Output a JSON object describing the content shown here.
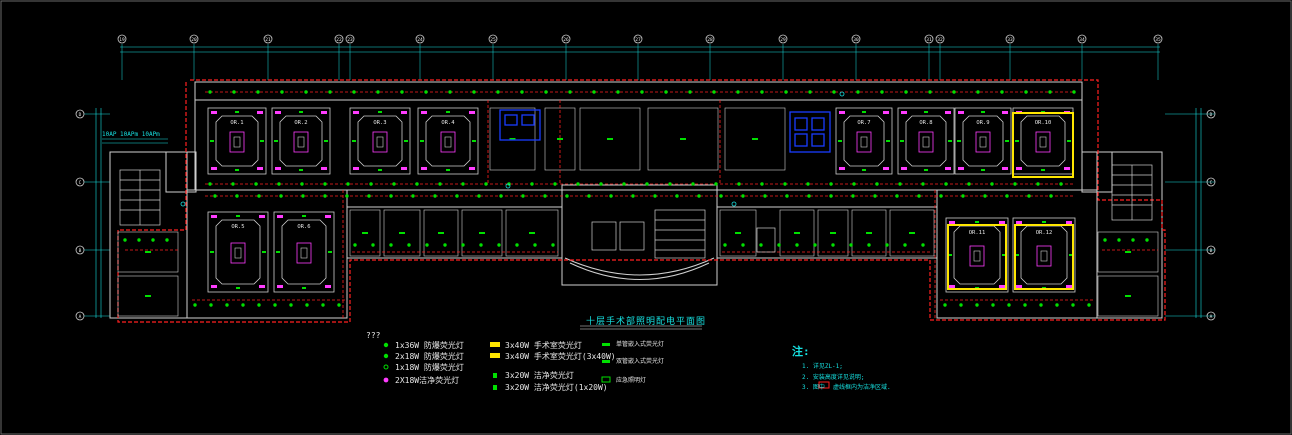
{
  "drawing": {
    "title": "十层手术部照明配电平面图",
    "legend_heading": "???",
    "dimension_label": "10AP 10APm 10APm",
    "grid_labels_top": [
      "19",
      "20",
      "21",
      "22",
      "23",
      "24",
      "25",
      "26",
      "27",
      "28",
      "29",
      "30",
      "31",
      "32",
      "33",
      "34",
      "35"
    ],
    "grid_labels_left": [
      "D",
      "C",
      "B",
      "A"
    ],
    "legend_col1": [
      {
        "text": "1x36W 防爆荧光灯",
        "symbol": "circle-green"
      },
      {
        "text": "2x18W 防爆荧光灯",
        "symbol": "circle-green"
      },
      {
        "text": "1x18W 防爆荧光灯",
        "symbol": "circle-outline"
      },
      {
        "text": "2X18W洁净荧光灯",
        "symbol": "circle-magenta"
      }
    ],
    "legend_col2": [
      {
        "text": "3x40W 手术室荧光灯",
        "symbol": "rect-yellow"
      },
      {
        "text": "3x40W 手术室荧光灯(3x40W)",
        "symbol": "rect-yellow"
      },
      {
        "text": "3x20W 洁净荧光灯",
        "symbol": "lamp-green"
      },
      {
        "text": "3x20W 洁净荧光灯(1x20W)",
        "symbol": "lamp-green"
      }
    ],
    "legend_col3": [
      {
        "text": "单管嵌入式荧光灯",
        "symbol": "bar-green"
      },
      {
        "text": "双管嵌入式荧光灯",
        "symbol": "bar-green"
      },
      {
        "text": "应急照明灯",
        "symbol": "box-green"
      }
    ],
    "notes_heading": "注:",
    "notes": [
      "1. 详见ZL-1;",
      "2. 安装高度详见说明;",
      "3. 图中",
      "虚线框内为洁净区域."
    ],
    "room_labels": [
      "OR.1",
      "OR.2",
      "OR.3",
      "OR.4",
      "OR.5",
      "OR.6",
      "OR.7",
      "OR.8",
      "OR.9",
      "OR.10",
      "OR.11",
      "OR.12"
    ],
    "colors": {
      "wall": "#cfcfcf",
      "lamp": "#00e000",
      "wire": "#ff2020",
      "accent": "#16e0e0",
      "blue": "#1a3cff",
      "yellow": "#ffe600",
      "magenta": "#ff3cff"
    }
  }
}
